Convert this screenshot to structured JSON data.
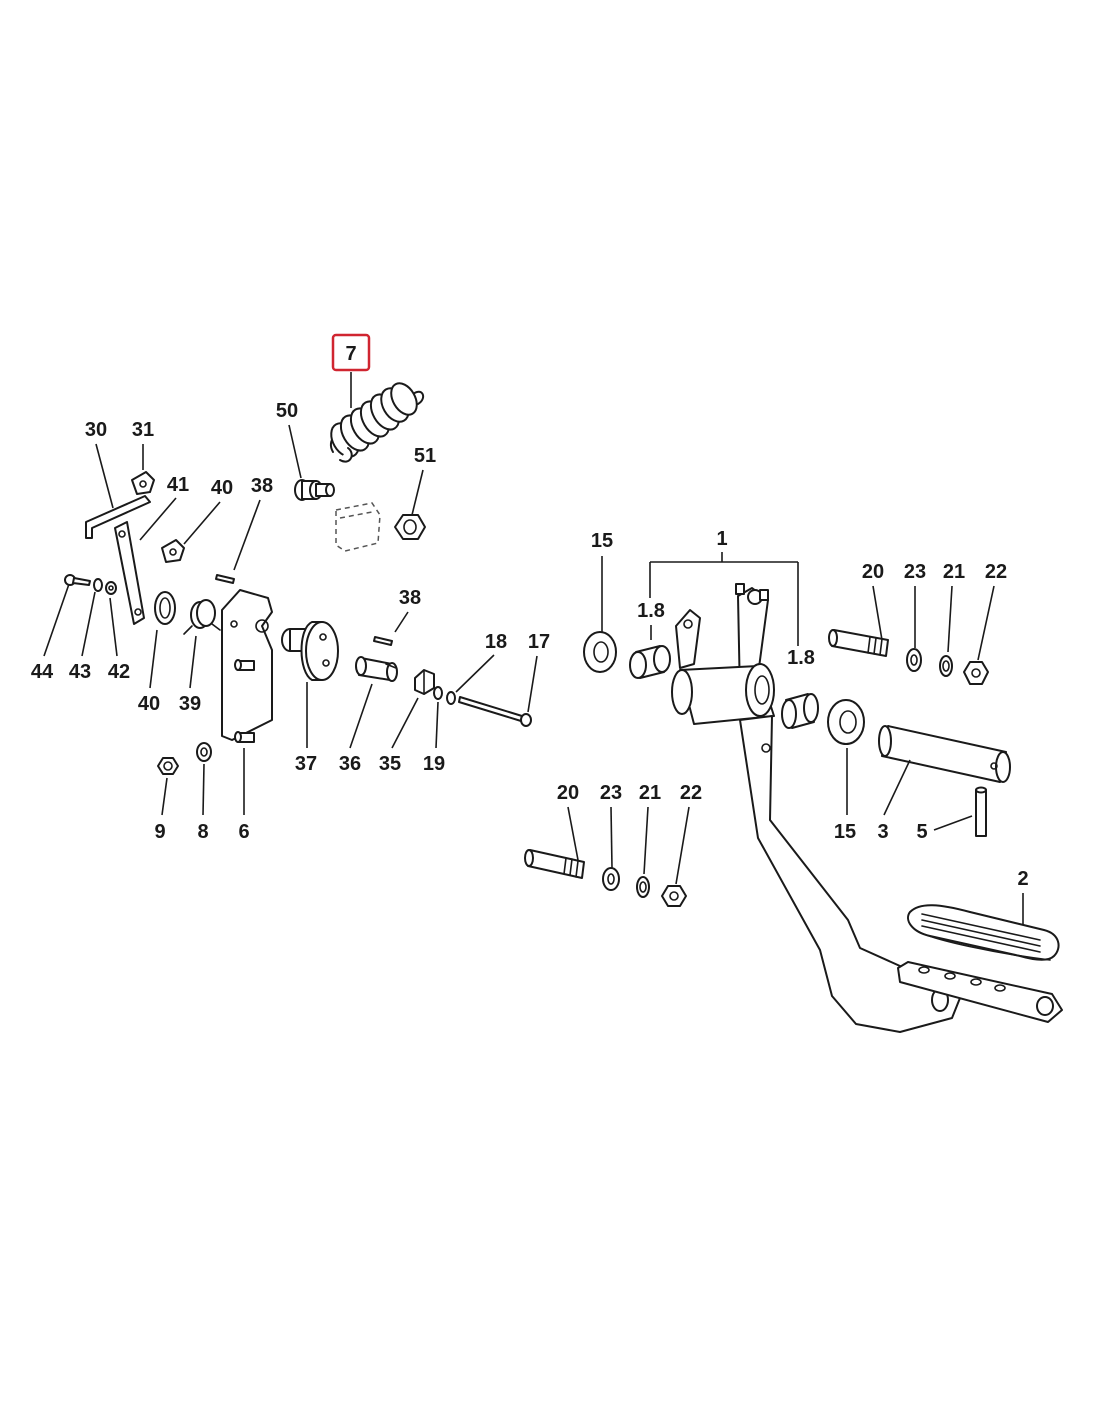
{
  "diagram": {
    "highlight_color": "#d02530",
    "highlighted_part": "7",
    "labels": {
      "p7": "7",
      "p50": "50",
      "p51": "51",
      "p30": "30",
      "p31": "31",
      "p41": "41",
      "p40a": "40",
      "p38a": "38",
      "p38b": "38",
      "p44": "44",
      "p43": "43",
      "p42": "42",
      "p40b": "40",
      "p39": "39",
      "p37": "37",
      "p36": "36",
      "p35": "35",
      "p19": "19",
      "p18": "18",
      "p17": "17",
      "p9": "9",
      "p8": "8",
      "p6": "6",
      "p1": "1",
      "p15a": "15",
      "p18a": "1.8",
      "p18b": "1.8",
      "p20a": "20",
      "p23a": "23",
      "p21a": "21",
      "p22a": "22",
      "p15b": "15",
      "p3": "3",
      "p5": "5",
      "p20b": "20",
      "p23b": "23",
      "p21b": "21",
      "p22b": "22",
      "p2": "2"
    }
  }
}
